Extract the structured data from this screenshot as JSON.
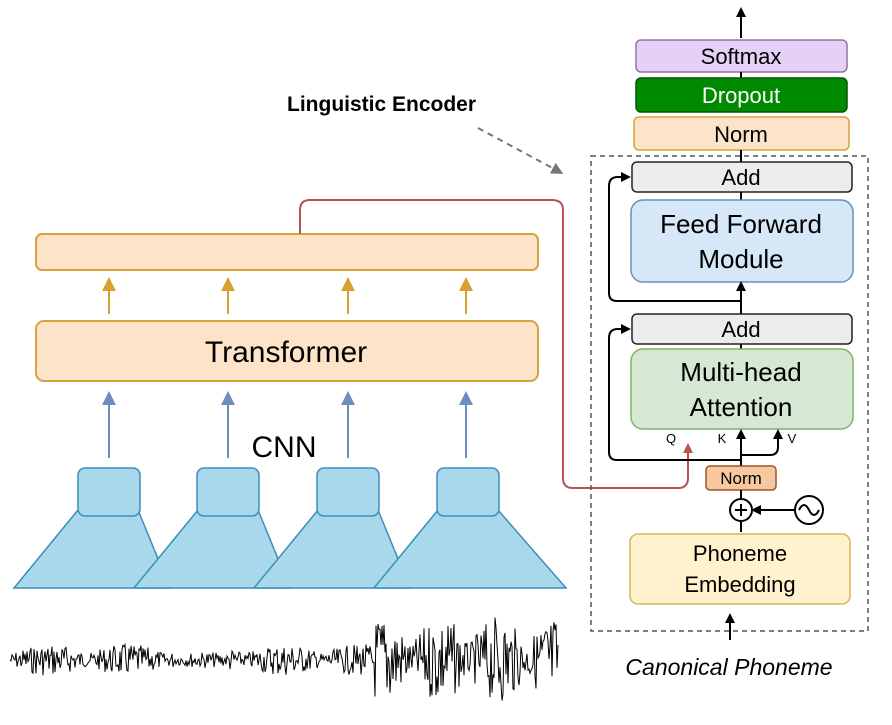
{
  "labels": {
    "linguistic_encoder": "Linguistic Encoder",
    "transformer": "Transformer",
    "cnn": "CNN",
    "softmax": "Softmax",
    "dropout": "Dropout",
    "norm_top": "Norm",
    "add_top": "Add",
    "feed_forward_line1": "Feed Forward",
    "feed_forward_line2": "Module",
    "add_mid": "Add",
    "mha_line1": "Multi-head",
    "mha_line2": "Attention",
    "q": "Q",
    "k": "K",
    "v": "V",
    "norm_small": "Norm",
    "phoneme_line1": "Phoneme",
    "phoneme_line2": "Embedding",
    "canonical_phoneme": "Canonical Phoneme"
  },
  "colors": {
    "orange_fill": "#fde3c7",
    "orange_stroke": "#d8a23c",
    "blue_arrow": "#6c8ebf",
    "cnn_fill": "#a9d8ec",
    "cnn_stroke": "#3a8fb7",
    "red_line": "#b85450",
    "softmax_fill": "#e6d0f7",
    "dropout_fill": "#008a00",
    "add_fill": "#ececec",
    "ff_fill": "#d6e7f8",
    "mha_fill": "#d5e8d4",
    "phoneme_fill": "#fff2cc",
    "norm_small_fill": "#f6c89f"
  }
}
